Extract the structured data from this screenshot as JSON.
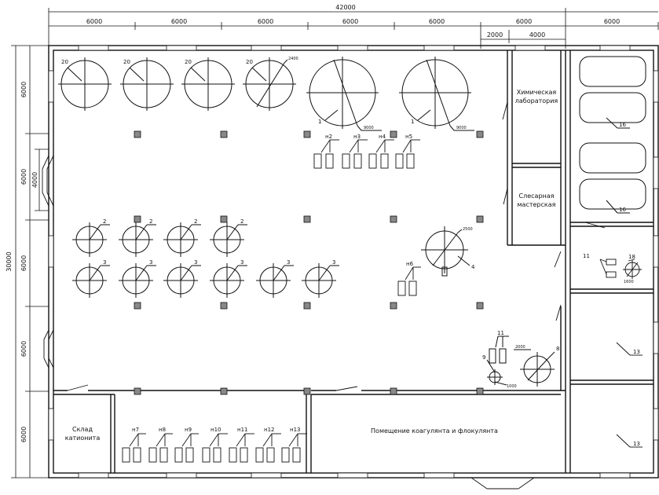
{
  "dimensions": {
    "overall_top": "42000",
    "top_bays": [
      "6000",
      "6000",
      "6000",
      "6000",
      "6000",
      "6000",
      "6000"
    ],
    "top_sub": [
      "2000",
      "4000"
    ],
    "overall_left": "30000",
    "left_bays": [
      "6000",
      "6000",
      "6000",
      "6000",
      "6000"
    ],
    "left_sub": "4000"
  },
  "rooms": {
    "chem_lab": [
      "Химическая",
      "лаборатория"
    ],
    "workshop": [
      "Слесарная",
      "мастерская"
    ],
    "cationite": [
      "Склад",
      "катионита"
    ],
    "coagulant": "Помещение коагулянта и флокулянта"
  },
  "equipment": {
    "tank20": "20",
    "tank1": "1",
    "filter2": "2",
    "filter3": "3",
    "tank4": "4",
    "item8": "8",
    "item9": "9",
    "item11": "11",
    "item13": "13",
    "item16": "16",
    "item18": "18",
    "pumps_top": [
      "н2",
      "н3",
      "н4",
      "н5"
    ],
    "pump_mid": "н6",
    "pumps_bottom": [
      "н7",
      "н8",
      "н9",
      "н10",
      "н11",
      "н12",
      "н13"
    ]
  },
  "sizes": {
    "d2400": "2400",
    "d9000": "9000",
    "d2500": "2500",
    "d2000": "2000",
    "d1000": "1000",
    "d1600": "1600"
  }
}
